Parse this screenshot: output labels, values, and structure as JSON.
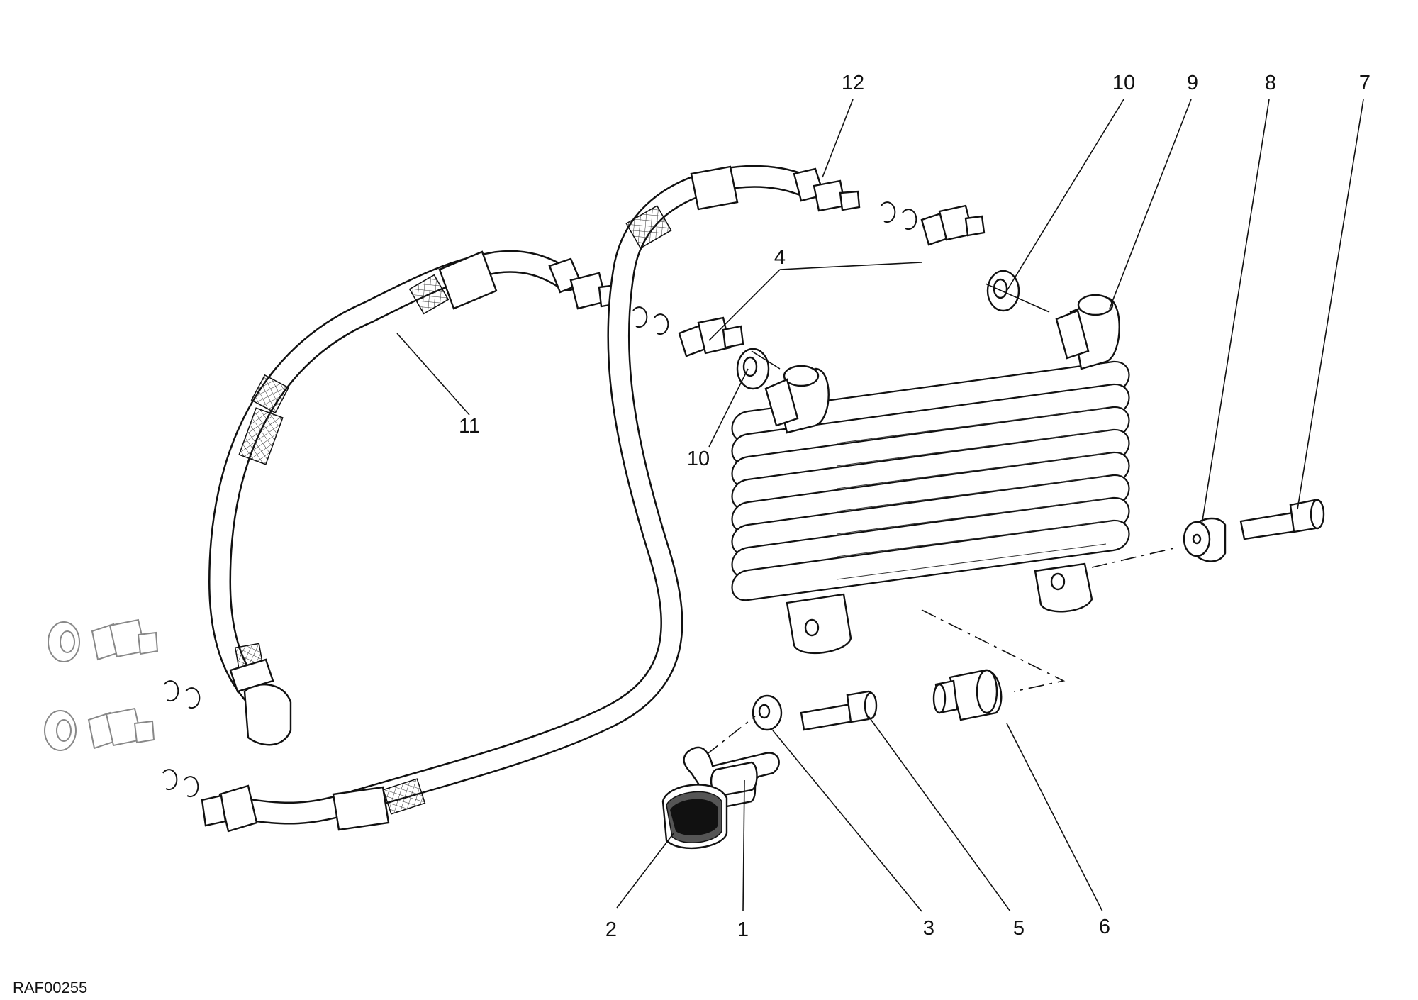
{
  "drawing_code": "RAF00255",
  "callouts": [
    {
      "id": "c1",
      "text": "1"
    },
    {
      "id": "c2",
      "text": "2"
    },
    {
      "id": "c3",
      "text": "3"
    },
    {
      "id": "c4",
      "text": "4"
    },
    {
      "id": "c5",
      "text": "5"
    },
    {
      "id": "c6",
      "text": "6"
    },
    {
      "id": "c7",
      "text": "7"
    },
    {
      "id": "c8",
      "text": "8"
    },
    {
      "id": "c9",
      "text": "9"
    },
    {
      "id": "c10a",
      "text": "10"
    },
    {
      "id": "c10b",
      "text": "10"
    },
    {
      "id": "c11",
      "text": "11"
    },
    {
      "id": "c12",
      "text": "12"
    }
  ]
}
